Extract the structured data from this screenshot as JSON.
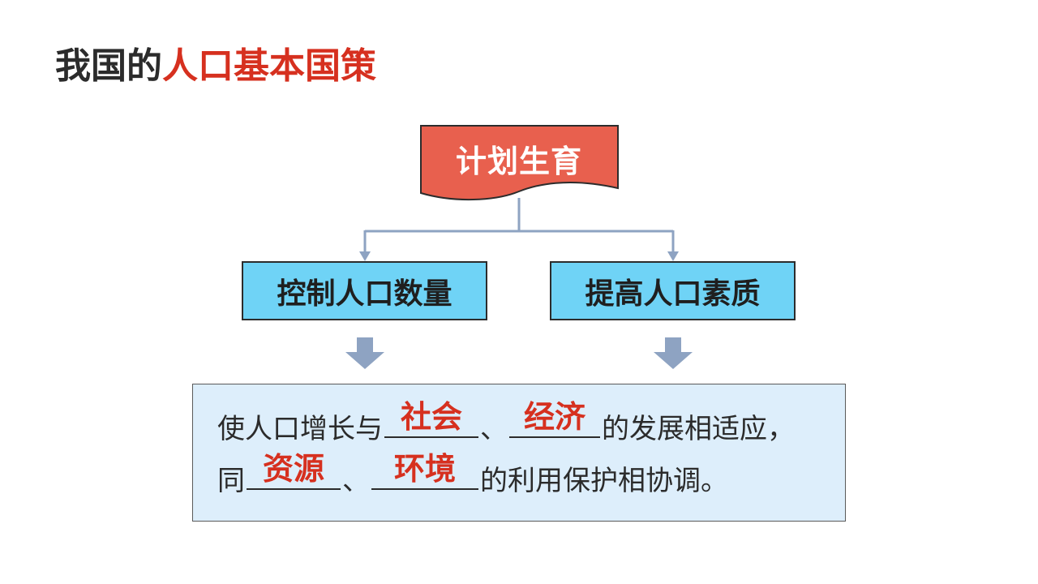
{
  "title": {
    "part1": "我国的",
    "part2": "人口基本国策"
  },
  "root": {
    "label": "计划生育"
  },
  "branches": [
    {
      "label": "控制人口数量"
    },
    {
      "label": "提高人口素质"
    }
  ],
  "statement": {
    "line1": {
      "prefix": "使人口增长与",
      "answer1": "社会",
      "sep": "、",
      "answer2": "经济",
      "suffix": "的发展相适应，"
    },
    "line2": {
      "prefix": "同",
      "answer1": "资源",
      "sep": "、",
      "answer2": "环境",
      "suffix": "的利用保护相协调。"
    }
  },
  "colors": {
    "accent_red": "#d6301f",
    "root_fill": "#e8604e",
    "branch_fill": "#6fd3f6",
    "answer_box_fill": "#ddeefb",
    "connector": "#8ea3c2"
  }
}
